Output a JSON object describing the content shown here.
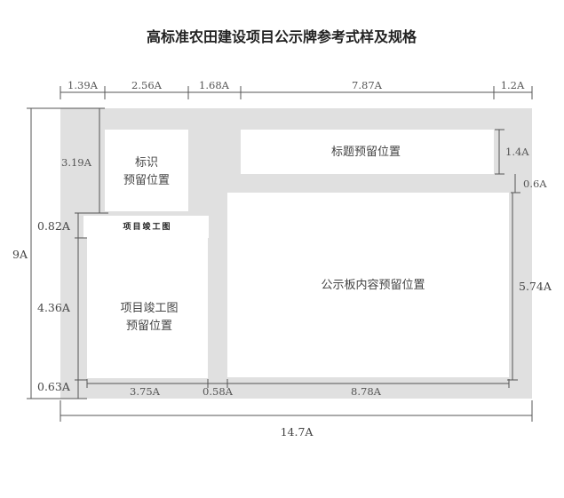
{
  "title": "高标准农田建设项目公示牌参考式样及规格",
  "colors": {
    "board": "#e0e0e0",
    "panel": "#ffffff",
    "line": "#555555"
  },
  "areas": {
    "logo": [
      "标识",
      "预留位置"
    ],
    "heading": [
      "标题预留位置"
    ],
    "band": "项目竣工图",
    "map": [
      "项目竣工图",
      "预留位置"
    ],
    "content": [
      "公示板内容预留位置"
    ]
  },
  "dimensions": {
    "top": [
      "1.39A",
      "2.56A",
      "1.68A",
      "7.87A",
      "1.2A"
    ],
    "bottom_inner": [
      "3.75A",
      "0.58A",
      "8.78A"
    ],
    "total_width": "14.7A",
    "total_height": "9A",
    "left": [
      "3.19A",
      "0.82A",
      "4.36A",
      "0.63A"
    ],
    "right": [
      "1.4A",
      "0.6A",
      "5.74A"
    ]
  }
}
